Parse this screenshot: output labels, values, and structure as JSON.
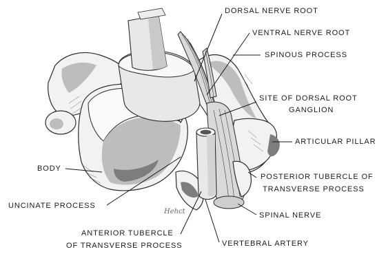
{
  "labels": {
    "dorsal_nerve_root": "DORSAL NERVE ROOT",
    "ventral_nerve_root": "VENTRAL NERVE ROOT",
    "spinous_process": "SPINOUS PROCESS",
    "site_dorsal_root_ganglion_1": "SITE OF DORSAL ROOT",
    "site_dorsal_root_ganglion_2": "GANGLION",
    "articular_pillar": "ARTICULAR PILLAR",
    "body": "BODY",
    "posterior_tubercle_1": "POSTERIOR TUBERCLE OF",
    "posterior_tubercle_2": "TRANSVERSE PROCESS",
    "uncinate_process": "UNCINATE PROCESS",
    "spinal_nerve": "SPINAL NERVE",
    "anterior_tubercle_1": "ANTERIOR TUBERCLE",
    "anterior_tubercle_2": "OF TRANSVERSE PROCESS",
    "vertebral_artery": "VERTEBRAL ARTERY"
  },
  "artist_signature": "Hehct"
}
